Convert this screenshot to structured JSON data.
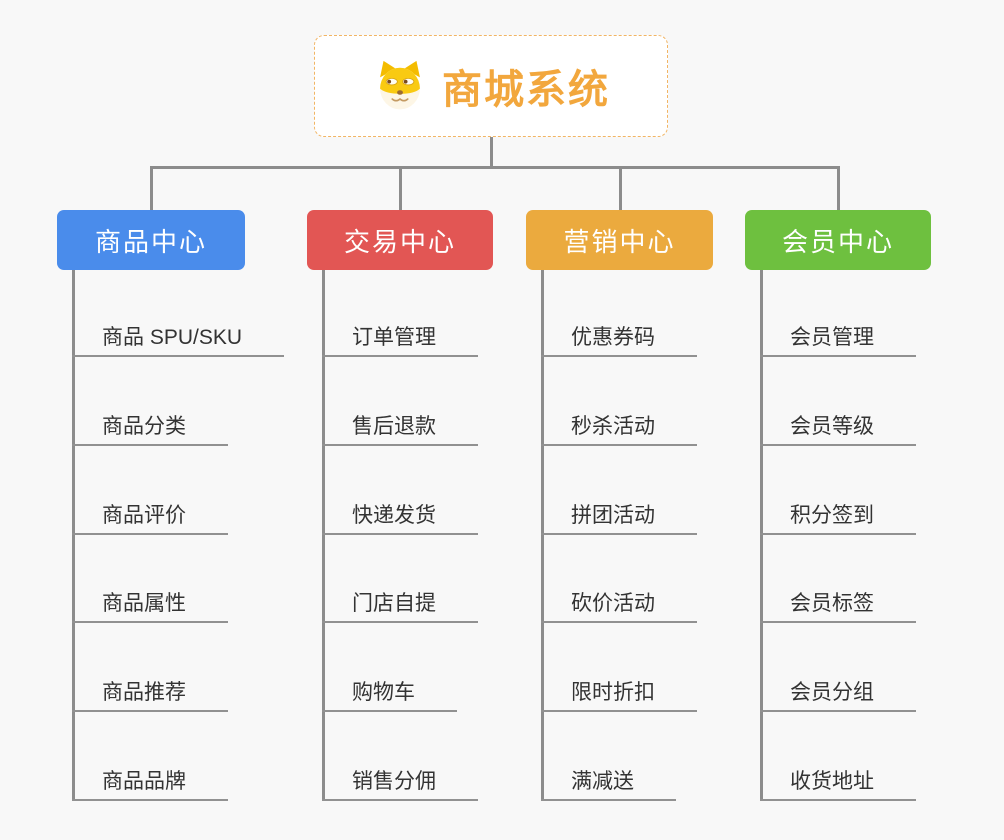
{
  "root": {
    "title": "商城系统",
    "icon": "dog-face-icon",
    "border_color": "#f2b564",
    "text_color": "#f2a73d",
    "background": "#ffffff"
  },
  "connector_color": "#8c8c8c",
  "page_background": "#f8f8f8",
  "branches": [
    {
      "label": "商品中心",
      "color": "#4a8ceb",
      "children": [
        "商品 SPU/SKU",
        "商品分类",
        "商品评价",
        "商品属性",
        "商品推荐",
        "商品品牌"
      ]
    },
    {
      "label": "交易中心",
      "color": "#e25654",
      "children": [
        "订单管理",
        "售后退款",
        "快递发货",
        "门店自提",
        "购物车",
        "销售分佣"
      ]
    },
    {
      "label": "营销中心",
      "color": "#ebaa3e",
      "children": [
        "优惠券码",
        "秒杀活动",
        "拼团活动",
        "砍价活动",
        "限时折扣",
        "满减送"
      ]
    },
    {
      "label": "会员中心",
      "color": "#6ec03f",
      "children": [
        "会员管理",
        "会员等级",
        "积分签到",
        "会员标签",
        "会员分组",
        "收货地址"
      ]
    }
  ]
}
